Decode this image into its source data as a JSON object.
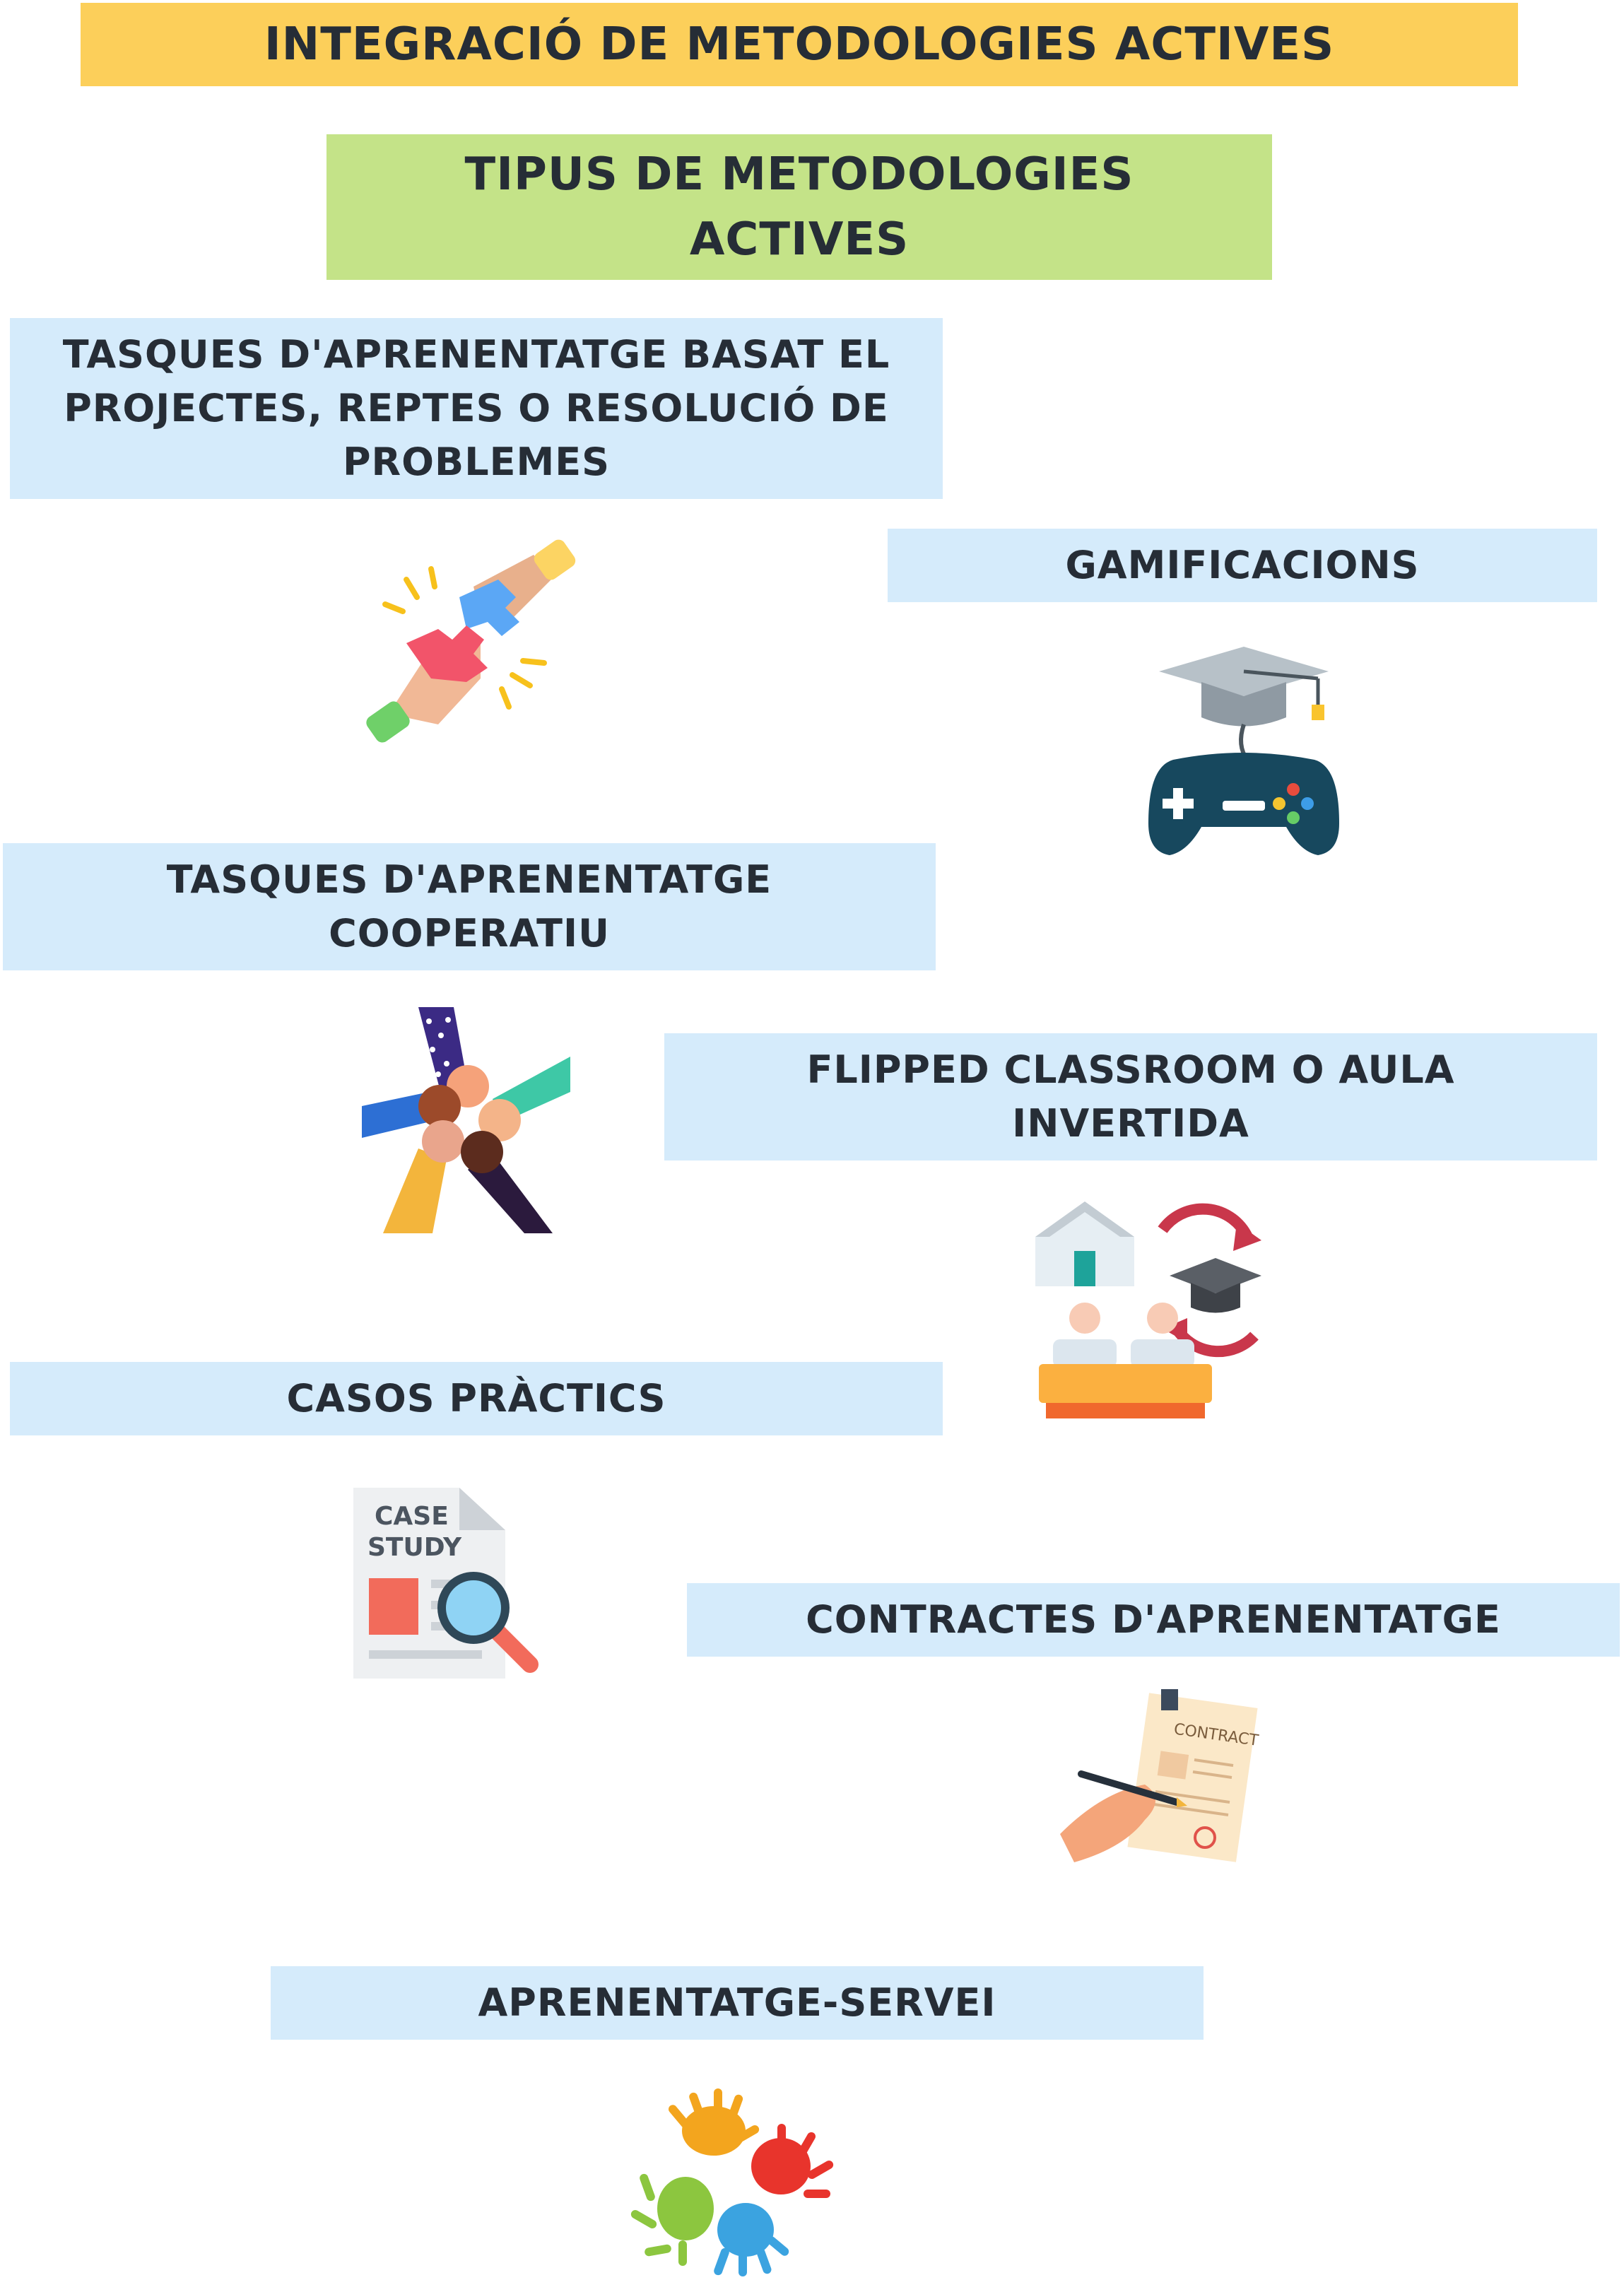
{
  "title": "INTEGRACIÓ DE METODOLOGIES ACTIVES",
  "subtitle": "TIPUS DE METODOLOGIES ACTIVES",
  "methods": [
    {
      "label": "TASQUES D'APRENENTATGE BASAT EL PROJECTES, REPTES O RESOLUCIÓ DE PROBLEMES",
      "icon": "puzzle-hands-icon"
    },
    {
      "label": "GAMIFICACIONS",
      "icon": "game-controller-graduation-cap-icon"
    },
    {
      "label": "TASQUES D'APRENENTATGE COOPERATIU",
      "icon": "cooperative-hands-icon"
    },
    {
      "label": "FLIPPED CLASSROOM O AULA INVERTIDA",
      "icon": "flipped-classroom-icon"
    },
    {
      "label": "CASOS PRÀCTICS",
      "icon": "case-study-icon"
    },
    {
      "label": "CONTRACTES D'APRENENTATGE",
      "icon": "contract-signing-icon"
    },
    {
      "label": "APRENENTATGE-SERVEI",
      "icon": "colorful-handprints-icon"
    }
  ],
  "icon_text": {
    "case_study_line1": "CASE",
    "case_study_line2": "STUDY",
    "contract": "CONTRACT"
  },
  "colors": {
    "title_bg": "#fccf5a",
    "subtitle_bg": "#c4e388",
    "method_bg": "#d5ebfb",
    "text": "#262d36"
  }
}
